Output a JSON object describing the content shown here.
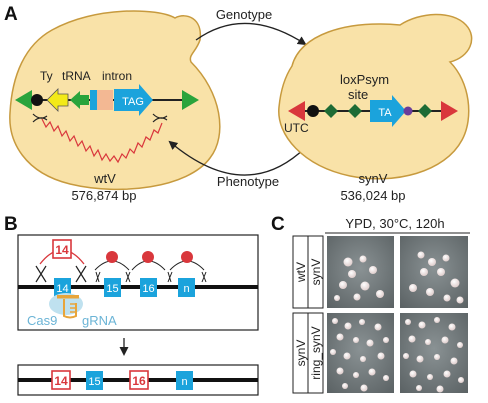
{
  "panels": {
    "a": "A",
    "b": "B",
    "c": "C"
  },
  "panel_a": {
    "genotype": "Genotype",
    "phenotype": "Phenotype",
    "wt": {
      "label_ty": "Ty",
      "label_trna": "tRNA",
      "label_intron": "intron",
      "label_tag": "TAG",
      "name": "wtV",
      "size": "576,874 bp"
    },
    "syn": {
      "label_loxpsym_1": "loxPsym",
      "label_loxpsym_2": "site",
      "label_ta": "TA",
      "label_utc": "UTC",
      "name": "synV",
      "size": "536,024 bp"
    }
  },
  "panel_b": {
    "top_boxes": [
      "14",
      "14",
      "15",
      "16",
      "n"
    ],
    "cas9": "Cas9",
    "grna": "gRNA",
    "bottom_boxes": [
      "14",
      "15",
      "16",
      "n"
    ]
  },
  "panel_c": {
    "condition": "YPD, 30°C, 120h",
    "row1": [
      "wtV",
      "synV"
    ],
    "row2": [
      "synV",
      "ring_synV"
    ]
  },
  "colors": {
    "cell_fill": "#f9e2a8",
    "cell_stroke": "#c79a3e",
    "green": "#2aa43c",
    "yellow": "#f3ea19",
    "blue": "#1ba3dc",
    "salmon": "#f3b893",
    "red": "#d9373c",
    "dark_green": "#1e6b34",
    "purple": "#6a3d9a",
    "dish": "#6c7476"
  }
}
